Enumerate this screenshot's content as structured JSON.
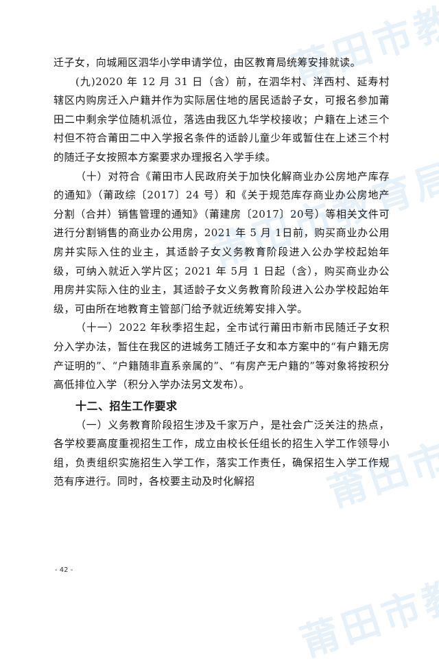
{
  "watermark": "莆田市教育局",
  "paragraphs": [
    "迁子女，向城厢区泗华小学申请学位，由区教育局统筹安排就读。",
    "(九)2020 年 12 月 31 日（含）前，在泗华村、洋西村、延寿村辖区内购房迁入户籍并作为实际居住地的居民适龄子女，可报名参加莆田二中剩余学位随机派位，落选由我区九华学校接收；户籍在上述三个村但不符合莆田二中入学报名条件的适龄儿童少年或暂住在上述三个村的随迁子女按照本方案要求办理报名入学手续。",
    "（十）对符合《莆田市人民政府关于加快化解商业办公房地产库存的通知》（莆政综〔2017〕24 号）和《关于规范库存商业办公房地产分割（合并）销售管理的通知》（莆建房〔2017〕20号）等相关文件可进行分割销售的商业办公用房，2021 年 5 月 1日前，购买商业办公用房并实际入住的业主，其适龄子女义务教育阶段进入公办学校起始年级，可纳入就近入学片区；2021 年 5月 1 日起（含），购买商业办公用房并实际入住的业主，其适龄子女义务教育阶段进入公办学校起始年级，可由所在地教育主管部门给予就近统筹安排入学。",
    "（十一）2022 年秋季招生起，全市试行莆田市新市民随迁子女积分入学办法，暂住在我区的进城务工随迁子女和本方案中的“有户籍无房产证明的”、“户籍随非直系亲属的”、“有房产无户籍的”等对象将按积分高低排位入学（积分入学办法另文发布）。"
  ],
  "heading": "十二、招生工作要求",
  "after_heading": "（一）义务教育阶段招生涉及千家万户，是社会广泛关注的热点，各学校要高度重视招生工作，成立由校长任组长的招生入学工作领导小组，负责组织实施招生入学工作，落实工作责任，确保招生入学工作规范有序进行。同时，各校要主动及时化解招",
  "page_number": "- 42 -"
}
